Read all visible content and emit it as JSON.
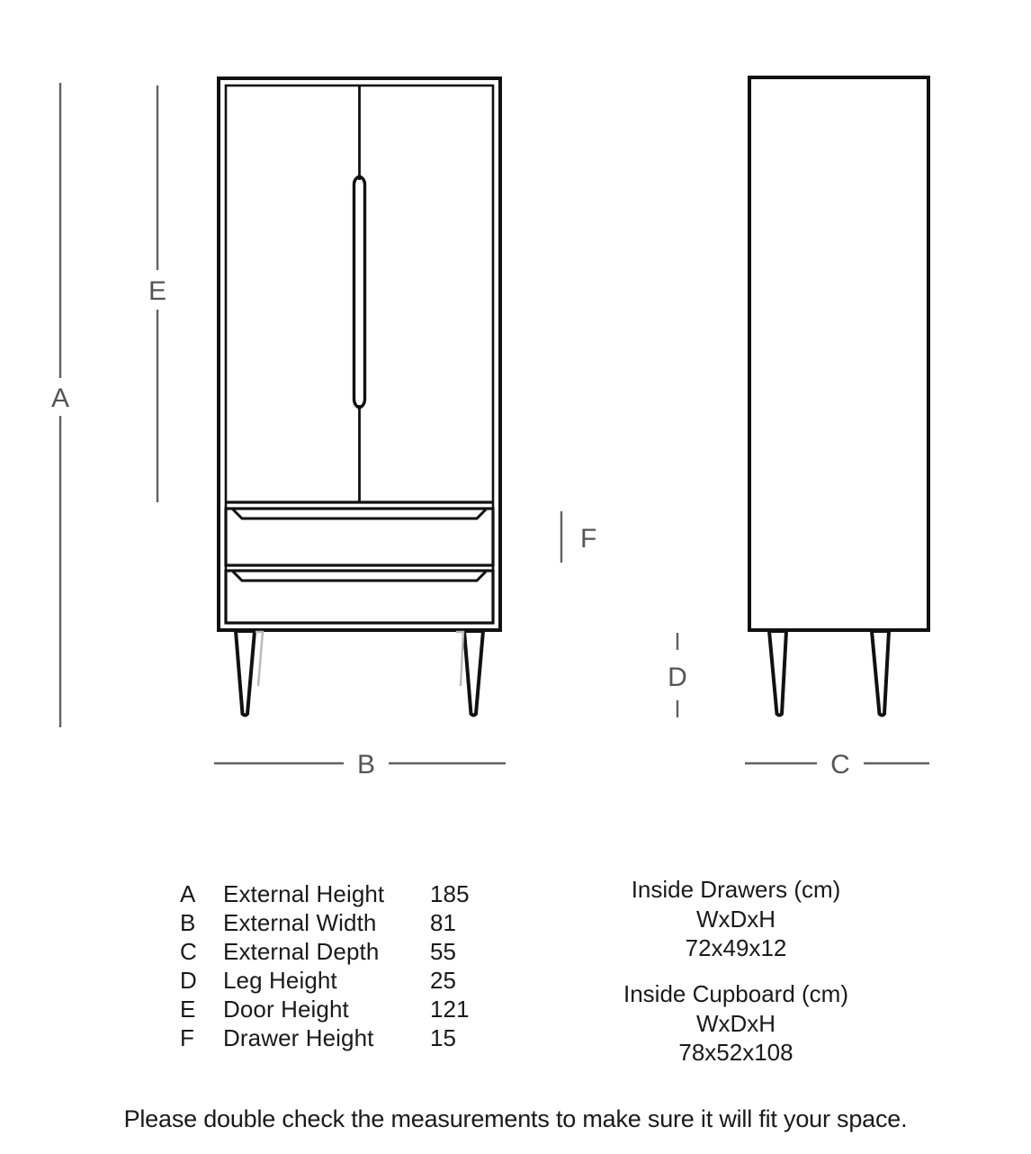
{
  "diagram": {
    "type": "furniture-dimension-drawing",
    "item": "two-door wardrobe cabinet with two drawers and tapered legs",
    "views": [
      {
        "name": "front-view",
        "label": "front elevation"
      },
      {
        "name": "side-view",
        "label": "side elevation"
      }
    ],
    "dimension_markers": [
      {
        "key": "A",
        "letter": "A",
        "orientation": "vertical",
        "view": "front-view",
        "measures": "External Height"
      },
      {
        "key": "B",
        "letter": "B",
        "orientation": "horizontal",
        "view": "front-view",
        "measures": "External Width"
      },
      {
        "key": "C",
        "letter": "C",
        "orientation": "horizontal",
        "view": "side-view",
        "measures": "External Depth"
      },
      {
        "key": "D",
        "letter": "D",
        "orientation": "vertical",
        "view": "side-view",
        "measures": "Leg Height"
      },
      {
        "key": "E",
        "letter": "E",
        "orientation": "vertical",
        "view": "front-view",
        "measures": "Door Height"
      },
      {
        "key": "F",
        "letter": "F",
        "orientation": "vertical",
        "view": "front-view",
        "measures": "Drawer Height"
      }
    ]
  },
  "specs": {
    "unit": "cm",
    "rows": [
      {
        "letter": "A",
        "label": "External Height",
        "value": "185"
      },
      {
        "letter": "B",
        "label": "External Width",
        "value": "81"
      },
      {
        "letter": "C",
        "label": "External Depth",
        "value": "55"
      },
      {
        "letter": "D",
        "label": "Leg Height",
        "value": "25"
      },
      {
        "letter": "E",
        "label": "Door Height",
        "value": "121"
      },
      {
        "letter": "F",
        "label": "Drawer Height",
        "value": "15"
      }
    ]
  },
  "inside_drawers": {
    "title": "Inside Drawers (cm)",
    "axes": "WxDxH",
    "dimensions": "72x49x12"
  },
  "inside_cupboard": {
    "title": "Inside Cupboard (cm)",
    "axes": "WxDxH",
    "dimensions": "78x52x108"
  },
  "footer": {
    "note": "Please double check the measurements to make sure it will fit your space."
  },
  "colors": {
    "background": "#ffffff",
    "outline": "#111111",
    "dimension_line": "#606060",
    "dimension_letter": "#555555",
    "text": "#1a1a1a"
  }
}
